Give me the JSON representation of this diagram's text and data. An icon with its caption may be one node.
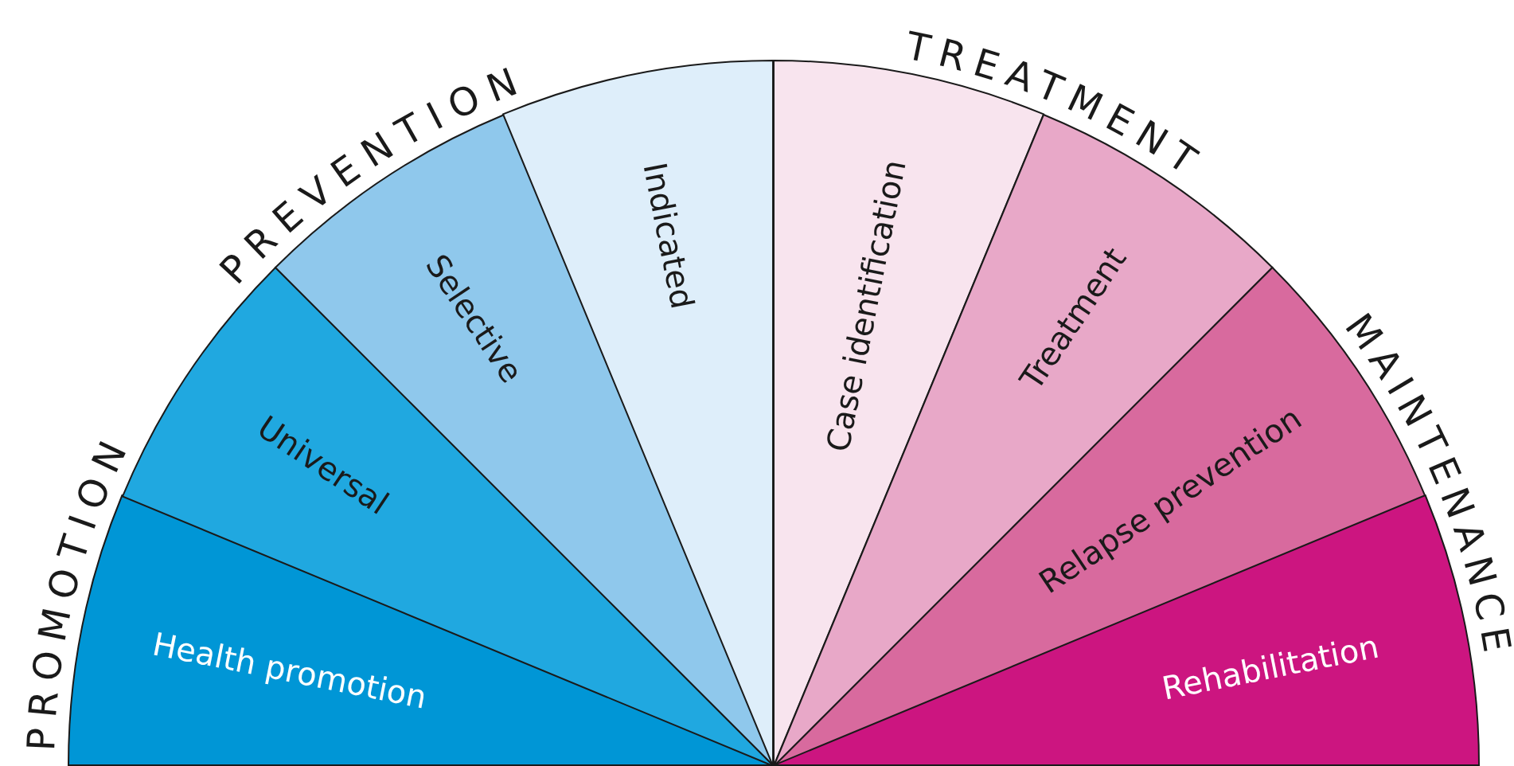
{
  "diagram": {
    "nodes": [
      {
        "text": [
          "Health promotion"
        ]
      },
      {
        "text": [
          "Universal"
        ]
      },
      {
        "text": [
          "Selective"
        ]
      },
      {
        "text": [
          "Indicated"
        ]
      },
      {
        "text": [
          "Case identification"
        ]
      },
      {
        "text": [
          "Treatment"
        ]
      },
      {
        "text": [
          "Relapse prevention"
        ]
      },
      {
        "text": [
          "Rehabilitation"
        ]
      }
    ],
    "labels": [
      "PROMOTION",
      "PREVENTION",
      "TREATMENT",
      "MAINTENANCE"
    ]
  }
}
